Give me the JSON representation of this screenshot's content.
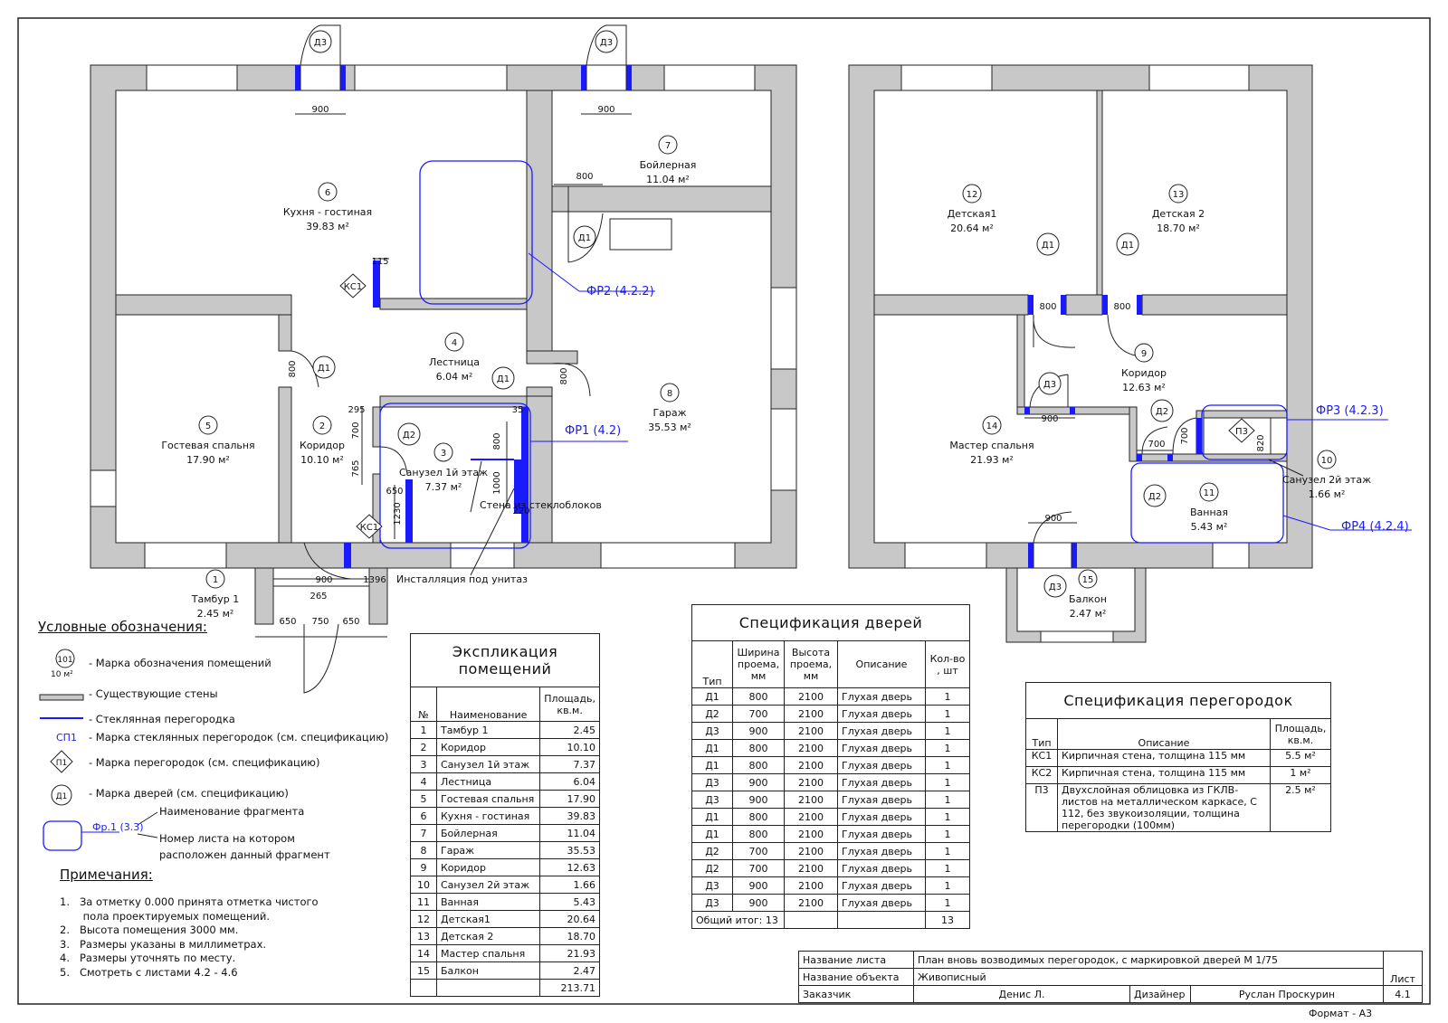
{
  "rooms": [
    {
      "num": "1",
      "name": "Тамбур 1",
      "area": "2.45"
    },
    {
      "num": "2",
      "name": "Коридор",
      "area": "10.10"
    },
    {
      "num": "3",
      "name": "Санузел 1й этаж",
      "area": "7.37"
    },
    {
      "num": "4",
      "name": "Лестница",
      "area": "6.04"
    },
    {
      "num": "5",
      "name": "Гостевая спальня",
      "area": "17.90"
    },
    {
      "num": "6",
      "name": "Кухня - гостиная",
      "area": "39.83"
    },
    {
      "num": "7",
      "name": "Бойлерная",
      "area": "11.04"
    },
    {
      "num": "8",
      "name": "Гараж",
      "area": "35.53"
    },
    {
      "num": "9",
      "name": "Коридор",
      "area": "12.63"
    },
    {
      "num": "10",
      "name": "Санузел 2й этаж",
      "area": "1.66"
    },
    {
      "num": "11",
      "name": "Ванная",
      "area": "5.43"
    },
    {
      "num": "12",
      "name": "Детская1",
      "area": "20.64"
    },
    {
      "num": "13",
      "name": "Детская 2",
      "area": "18.70"
    },
    {
      "num": "14",
      "name": "Мастер спальня",
      "area": "21.93"
    },
    {
      "num": "15",
      "name": "Балкон",
      "area": "2.47"
    }
  ],
  "area_unit": "м²",
  "fragments": {
    "fr1": "ФР1 (4.2)",
    "fr2": "ФР2 (4.2.2)",
    "fr3": "ФР3 (4.2.3)",
    "fr4": "ФР4 (4.2.4)"
  },
  "plan_labels": {
    "glass_wall": "Стена из стеклоблоков",
    "toilet": "Инсталляция под унитаз"
  },
  "marks": {
    "d1": "Д1",
    "d2": "Д2",
    "d3": "Д3",
    "ks1": "КС1",
    "p3": "П3"
  },
  "dims": {
    "d900": "900",
    "d800": "800",
    "d700": "700",
    "d650": "650",
    "d750": "750",
    "d1396": "1396",
    "d265": "265",
    "d115": "115",
    "d295": "295",
    "d765": "765",
    "d1230": "1230",
    "d1000": "1000",
    "d220": "220",
    "d35": "35",
    "d820": "820"
  },
  "legend": {
    "title": "Условные обозначения:",
    "mark_num": "101",
    "mark_area": "10 м²",
    "items": [
      "- Марка обозначения помещений",
      "- Существующие стены",
      "- Стеклянная перегородка",
      "- Марка стеклянных перегородок (см. спецификацию)",
      "- Марка перегородок (см. спецификацию)",
      "- Марка дверей (см. спецификацию)"
    ],
    "sp1": "СП1",
    "p1": "П1",
    "d1": "Д1",
    "frag_name": "Наименование фрагмента",
    "frag_label": "Фр.1 (3.3)",
    "frag_sheet": "Номер листа на котором",
    "frag_sheet2": "расположен данный фрагмент"
  },
  "notes": {
    "title": "Примечания:",
    "items": [
      "1.   За отметку 0.000 принята отметка чистого",
      "       пола проектируемых помещений.",
      "2.   Высота помещения 3000 мм.",
      "3.   Размеры указаны в миллиметрах.",
      "4.   Размеры уточнять по месту.",
      "5.   Смотреть с листами 4.2 - 4.6"
    ]
  },
  "explication": {
    "title": "Экспликация помещений",
    "headers": [
      "№",
      "Наименование",
      "Площадь, кв.м."
    ],
    "total": "213.71"
  },
  "doors": {
    "title": "Спецификация дверей",
    "headers": [
      "Тип",
      "Ширина проема, мм",
      "Высота проема, мм",
      "Описание",
      "Кол-во , шт"
    ],
    "rows": [
      [
        "Д1",
        "800",
        "2100",
        "Глухая дверь",
        "1"
      ],
      [
        "Д2",
        "700",
        "2100",
        "Глухая дверь",
        "1"
      ],
      [
        "Д3",
        "900",
        "2100",
        "Глухая дверь",
        "1"
      ],
      [
        "Д1",
        "800",
        "2100",
        "Глухая дверь",
        "1"
      ],
      [
        "Д1",
        "800",
        "2100",
        "Глухая дверь",
        "1"
      ],
      [
        "Д3",
        "900",
        "2100",
        "Глухая дверь",
        "1"
      ],
      [
        "Д3",
        "900",
        "2100",
        "Глухая дверь",
        "1"
      ],
      [
        "Д1",
        "800",
        "2100",
        "Глухая дверь",
        "1"
      ],
      [
        "Д1",
        "800",
        "2100",
        "Глухая дверь",
        "1"
      ],
      [
        "Д2",
        "700",
        "2100",
        "Глухая дверь",
        "1"
      ],
      [
        "Д2",
        "700",
        "2100",
        "Глухая дверь",
        "1"
      ],
      [
        "Д3",
        "900",
        "2100",
        "Глухая дверь",
        "1"
      ],
      [
        "Д3",
        "900",
        "2100",
        "Глухая дверь",
        "1"
      ]
    ],
    "total_label": "Общий итог: 13",
    "total": "13"
  },
  "partitions": {
    "title": "Спецификация перегородок",
    "headers": [
      "Тип",
      "Описание",
      "Площадь, кв.м."
    ],
    "rows": [
      [
        "КС1",
        "Кирпичная стена, толщина 115 мм",
        "5.5 м²"
      ],
      [
        "КС2",
        "Кирпичная стена, толщина 115 мм",
        "1 м²"
      ],
      [
        "П3",
        "Двухслойная облицовка из ГКЛВ-листов на металлическом каркасе, С 112, без звукоизоляции, толщина перегородки (100мм)",
        "2.5 м²"
      ]
    ]
  },
  "title_block": {
    "sheet_name_label": "Название листа",
    "sheet_name": "План вновь возводимых перегородок, с маркировкой дверей М 1/75",
    "object_label": "Название объекта",
    "object": "Живописный",
    "client_label": "Заказчик",
    "client": "Денис Л.",
    "designer_label": "Дизайнер",
    "designer": "Руслан Проскурин",
    "sheet_label": "Лист",
    "sheet": "4.1",
    "format": "Формат - А3"
  }
}
